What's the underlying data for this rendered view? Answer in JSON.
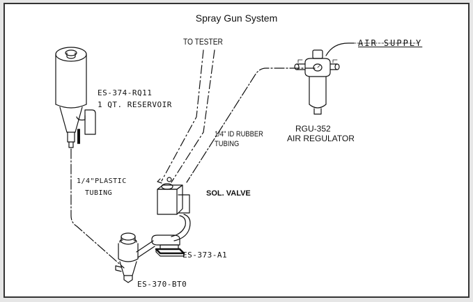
{
  "title": "Spray Gun System",
  "labels": {
    "reservoir_part": "ES-374-RQ11",
    "reservoir_desc": "1 QT. RESERVOIR",
    "to_tester": "TO TESTER",
    "air_supply": "AIR SUPPLY",
    "regulator_part": "RGU-352",
    "regulator_desc": "AIR REGULATOR",
    "rubber_tubing_1": "1/4\" ID RUBBER",
    "rubber_tubing_2": "TUBING",
    "plastic_tubing_1": "1/4\"PLASTIC",
    "plastic_tubing_2": "TUBING",
    "sol_valve": "SOL. VALVE",
    "gun_adapter_part": "ES-373-A1",
    "spray_gun_part": "ES-370-BT0"
  },
  "components": [
    {
      "id": "reservoir",
      "name": "1 QT. Reservoir",
      "part": "ES-374-RQ11"
    },
    {
      "id": "air-regulator",
      "name": "Air Regulator",
      "part": "RGU-352"
    },
    {
      "id": "solenoid-valve",
      "name": "Sol. Valve"
    },
    {
      "id": "adapter",
      "part": "ES-373-A1"
    },
    {
      "id": "spray-gun",
      "part": "ES-370-BT0"
    }
  ],
  "connections": [
    {
      "from": "reservoir",
      "to": "spray-gun",
      "via": "1/4\" plastic tubing"
    },
    {
      "from": "air-regulator",
      "to": "solenoid-valve",
      "via": "1/4\" ID rubber tubing"
    },
    {
      "from": "solenoid-valve",
      "to": "tester"
    },
    {
      "from": "air supply",
      "to": "air-regulator"
    }
  ]
}
